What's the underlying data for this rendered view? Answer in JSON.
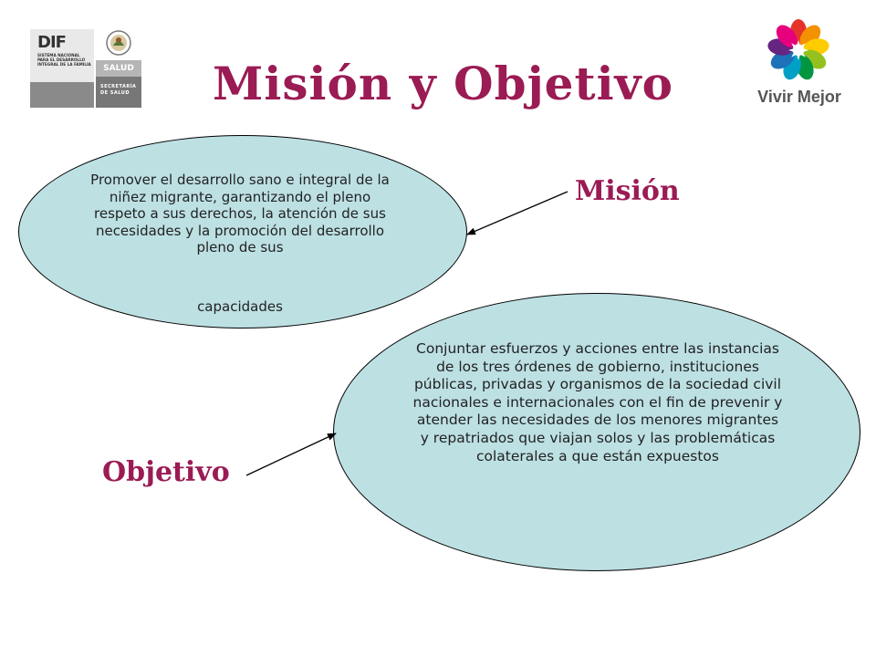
{
  "title": "Misión y Objetivo",
  "logos": {
    "dif": {
      "mark": "DIF",
      "text": "SISTEMA NACIONAL PARA EL DESARROLLO INTEGRAL DE LA FAMILIA"
    },
    "salud": {
      "band": "SALUD",
      "subtitle": "SECRETARÍA DE SALUD"
    },
    "vivir_mejor": {
      "text": "Vivir Mejor"
    }
  },
  "mision": {
    "label": "Misión",
    "text": "Promover el desarrollo sano e integral de la niñez migrante, garantizando el pleno respeto a sus derechos, la atención de sus necesidades y la promoción del desarrollo pleno de sus",
    "text_last": "capacidades"
  },
  "objetivo": {
    "label": "Objetivo",
    "text": "Conjuntar esfuerzos y acciones entre las instancias de los tres órdenes de gobierno, instituciones públicas, privadas y organismos de la sociedad civil nacionales e internacionales con el fin de prevenir y atender las necesidades de los menores migrantes y repatriados que viajan solos  y las problemáticas colaterales a que están expuestos"
  },
  "colors": {
    "title": "#9b1b54",
    "ellipse_fill": "#bde0e3"
  }
}
